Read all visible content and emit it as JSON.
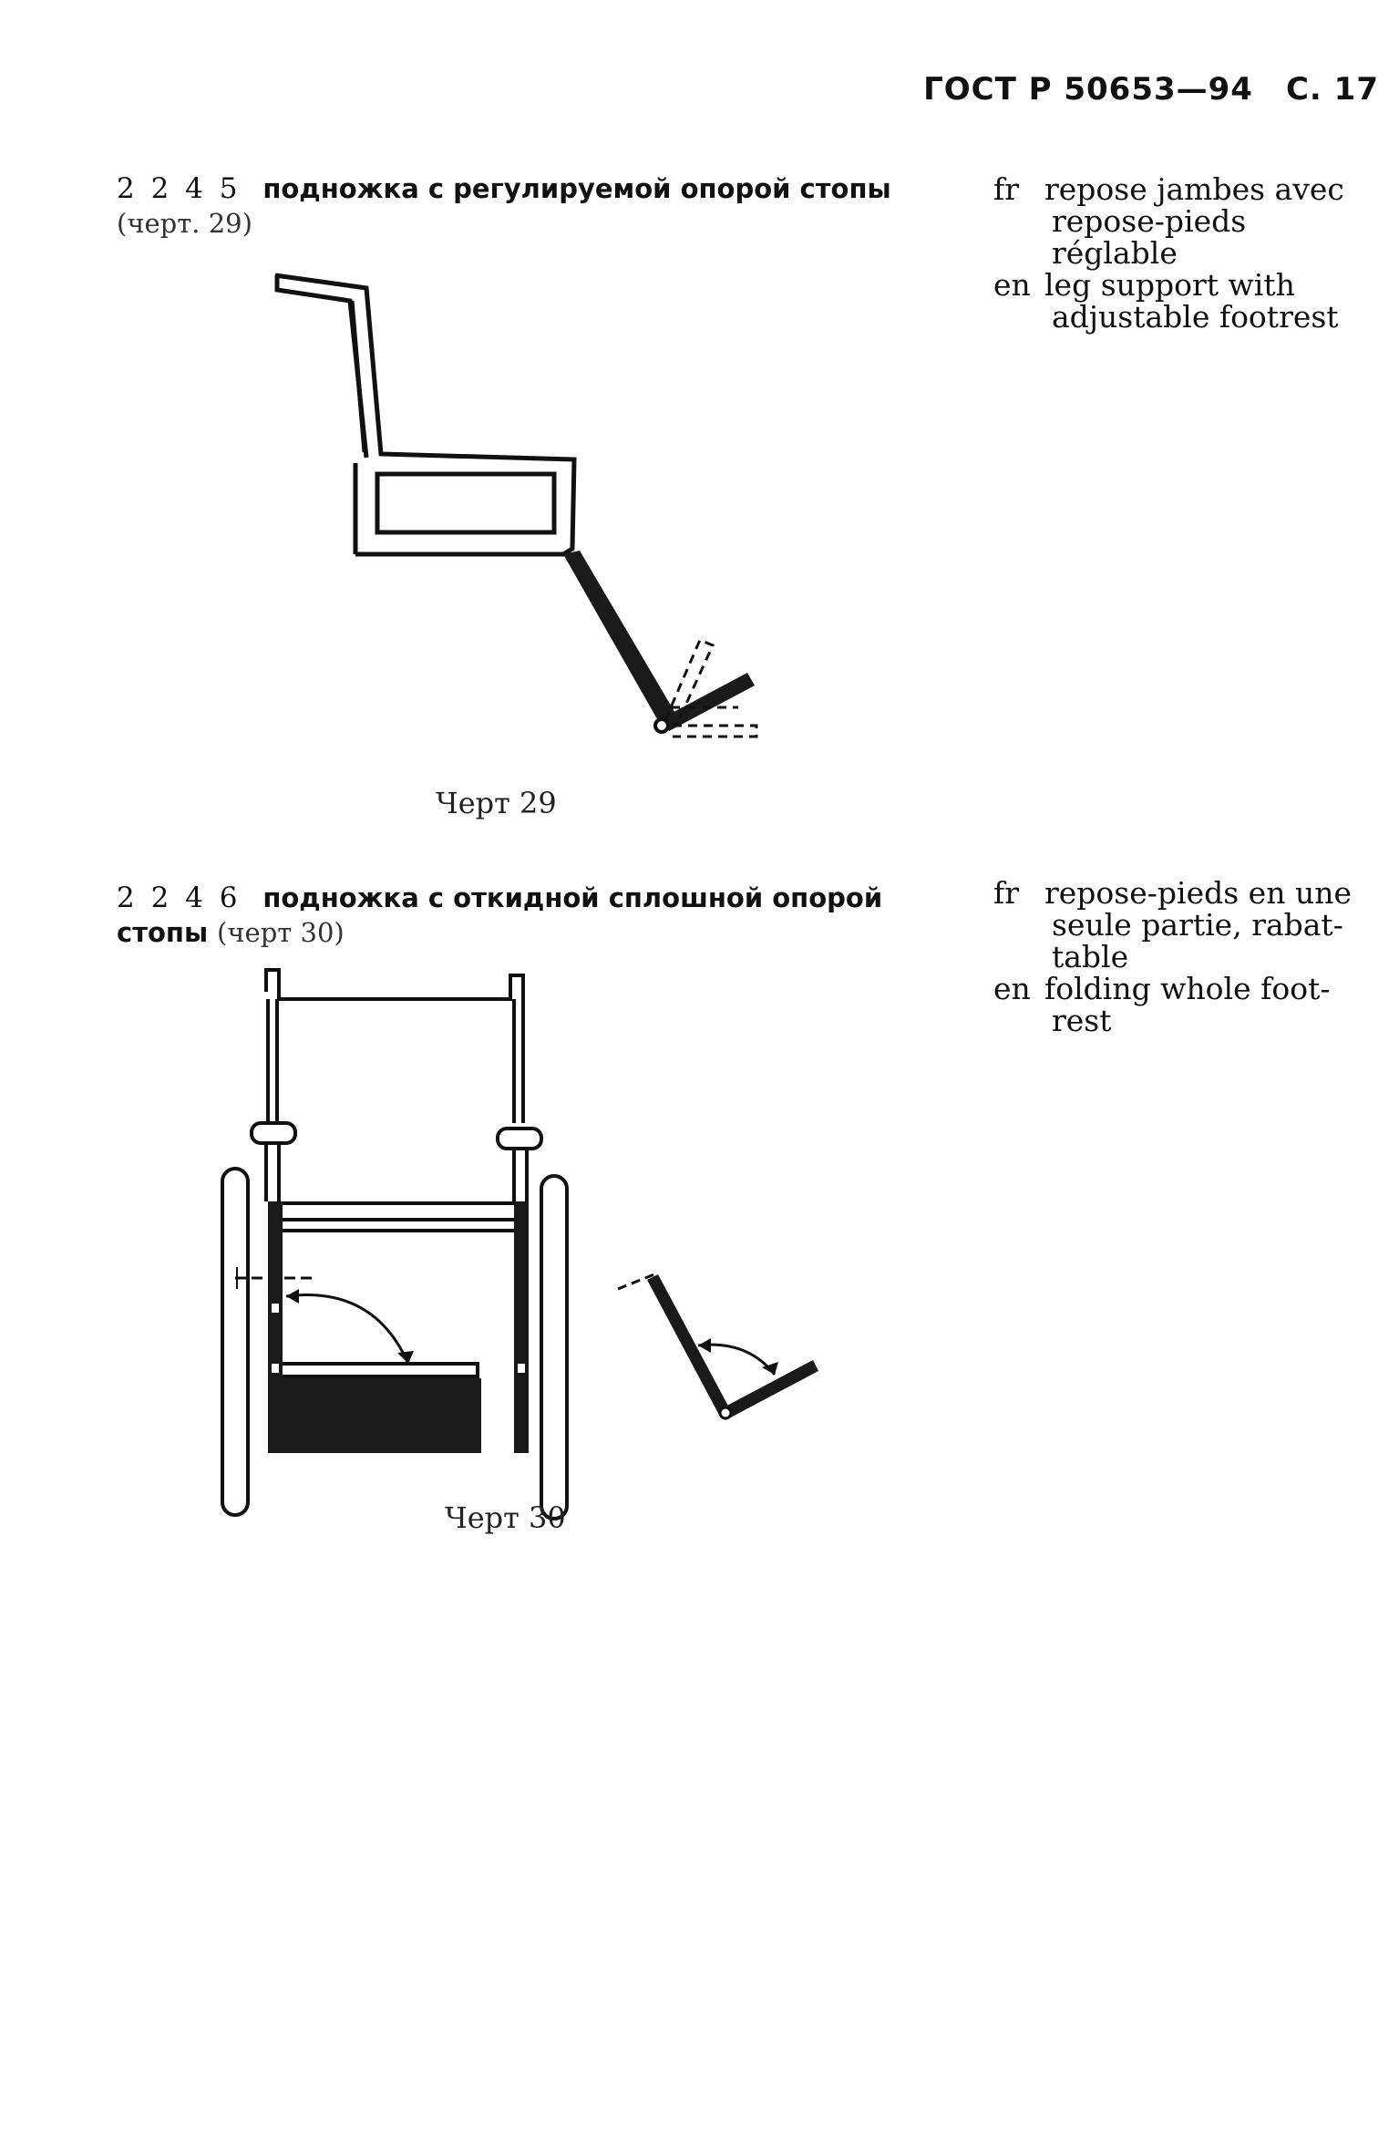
{
  "header": {
    "standard": "ГОСТ Р 50653—94",
    "page": "С. 17"
  },
  "terms": [
    {
      "number": "2 2 4 5",
      "ru_term_line1": "подножка с регулируемой опорой стопы",
      "ru_term_ref": "(черт. 29)",
      "fr": {
        "lang": "fr",
        "line1": "repose jambes avec",
        "line2": "repose-pieds réglable"
      },
      "en": {
        "lang": "en",
        "line1": "leg support with",
        "line2": "adjustable footrest"
      },
      "figure_caption": "Черт 29"
    },
    {
      "number": "2 2 4 6",
      "ru_term_line1": "подножка с откидной сплошной опорой",
      "ru_term_line2_word": "стопы",
      "ru_term_ref": "(черт 30)",
      "fr": {
        "lang": "fr",
        "line1": "repose-pieds en une",
        "line2": "seule partie, rabat-",
        "line3": "table"
      },
      "en": {
        "lang": "en",
        "line1": "folding whole foot-",
        "line2": "rest"
      },
      "figure_caption": "Черт 30"
    }
  ],
  "colors": {
    "ink": "#111111",
    "paper": "#ffffff",
    "fill_dark": "#1a1a1a"
  }
}
